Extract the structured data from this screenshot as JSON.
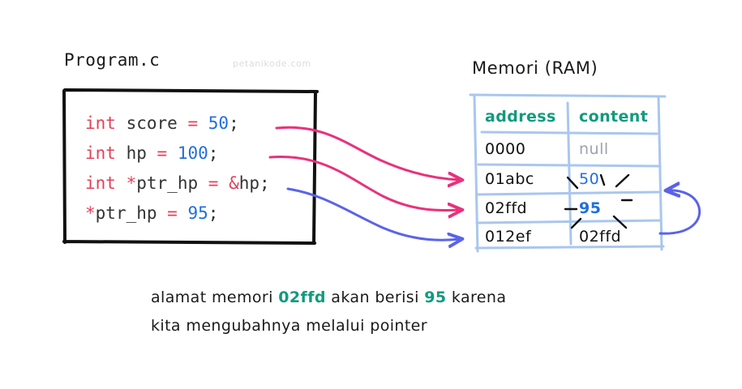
{
  "program": {
    "title": "Program.c",
    "watermark": "petanikode.com",
    "code_lines": [
      [
        {
          "t": "int",
          "c": "k-type"
        },
        {
          "t": " ",
          "c": "k-punct"
        },
        {
          "t": "score",
          "c": "k-ident"
        },
        {
          "t": " ",
          "c": "k-punct"
        },
        {
          "t": "=",
          "c": "k-op"
        },
        {
          "t": " ",
          "c": "k-punct"
        },
        {
          "t": "50",
          "c": "k-num"
        },
        {
          "t": ";",
          "c": "k-punct"
        }
      ],
      [
        {
          "t": "int",
          "c": "k-type"
        },
        {
          "t": " ",
          "c": "k-punct"
        },
        {
          "t": "hp",
          "c": "k-ident"
        },
        {
          "t": " ",
          "c": "k-punct"
        },
        {
          "t": "=",
          "c": "k-op"
        },
        {
          "t": " ",
          "c": "k-punct"
        },
        {
          "t": "100",
          "c": "k-num"
        },
        {
          "t": ";",
          "c": "k-punct"
        }
      ],
      [
        {
          "t": "int",
          "c": "k-type"
        },
        {
          "t": " ",
          "c": "k-punct"
        },
        {
          "t": "*",
          "c": "k-star"
        },
        {
          "t": "ptr_hp",
          "c": "k-ident"
        },
        {
          "t": " ",
          "c": "k-punct"
        },
        {
          "t": "=",
          "c": "k-op"
        },
        {
          "t": " ",
          "c": "k-punct"
        },
        {
          "t": "&",
          "c": "k-amp"
        },
        {
          "t": "hp",
          "c": "k-ident"
        },
        {
          "t": ";",
          "c": "k-punct"
        }
      ],
      [
        {
          "t": "*",
          "c": "k-star"
        },
        {
          "t": "ptr_hp",
          "c": "k-ident"
        },
        {
          "t": " ",
          "c": "k-punct"
        },
        {
          "t": "=",
          "c": "k-op"
        },
        {
          "t": " ",
          "c": "k-punct"
        },
        {
          "t": "95",
          "c": "k-num"
        },
        {
          "t": ";",
          "c": "k-punct"
        }
      ]
    ]
  },
  "memory": {
    "title": "Memori (RAM)",
    "columns": [
      "address",
      "content"
    ],
    "rows": [
      {
        "address": "0000",
        "content": "null",
        "content_style": "null-val",
        "highlight": false
      },
      {
        "address": "01abc",
        "content": "50",
        "content_style": "num-val",
        "highlight": false
      },
      {
        "address": "02ffd",
        "content": "95",
        "content_style": "num-val bold",
        "highlight": true
      },
      {
        "address": "012ef",
        "content": "02ffd",
        "content_style": "",
        "highlight": false
      }
    ]
  },
  "caption": {
    "line1_pre": "alamat memori ",
    "line1_hl1": "02ffd",
    "line1_mid": " akan berisi ",
    "line1_hl2": "95",
    "line1_post": " karena",
    "line2": "kita mengubahnya melalui pointer"
  },
  "colors": {
    "keyword_red": "#e2415a",
    "number_blue": "#1f6fe0",
    "teal": "#0f9b7d",
    "arrow_pink": "#e8327c",
    "arrow_blue": "#5b63e8",
    "table_line": "#a9c7ee",
    "null_gray": "#9aa3ad",
    "watermark_gray": "#dcdcdc"
  }
}
